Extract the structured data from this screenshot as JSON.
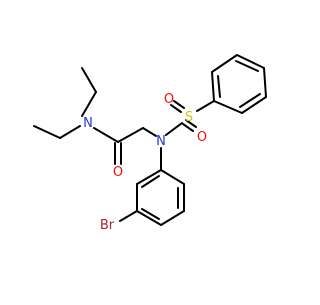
{
  "colors": {
    "carbon": "#000000",
    "nitrogen": "#2233dd",
    "oxygen": "#ee1111",
    "sulfur": "#cccc00",
    "bromine": "#a52a2a",
    "background": "#ffffff"
  },
  "atoms": {
    "n_amide": "N",
    "n_sulfonamide": "N",
    "o_carbonyl": "O",
    "o_sulfonyl_1": "O",
    "o_sulfonyl_2": "O",
    "s": "S",
    "br": "Br"
  }
}
